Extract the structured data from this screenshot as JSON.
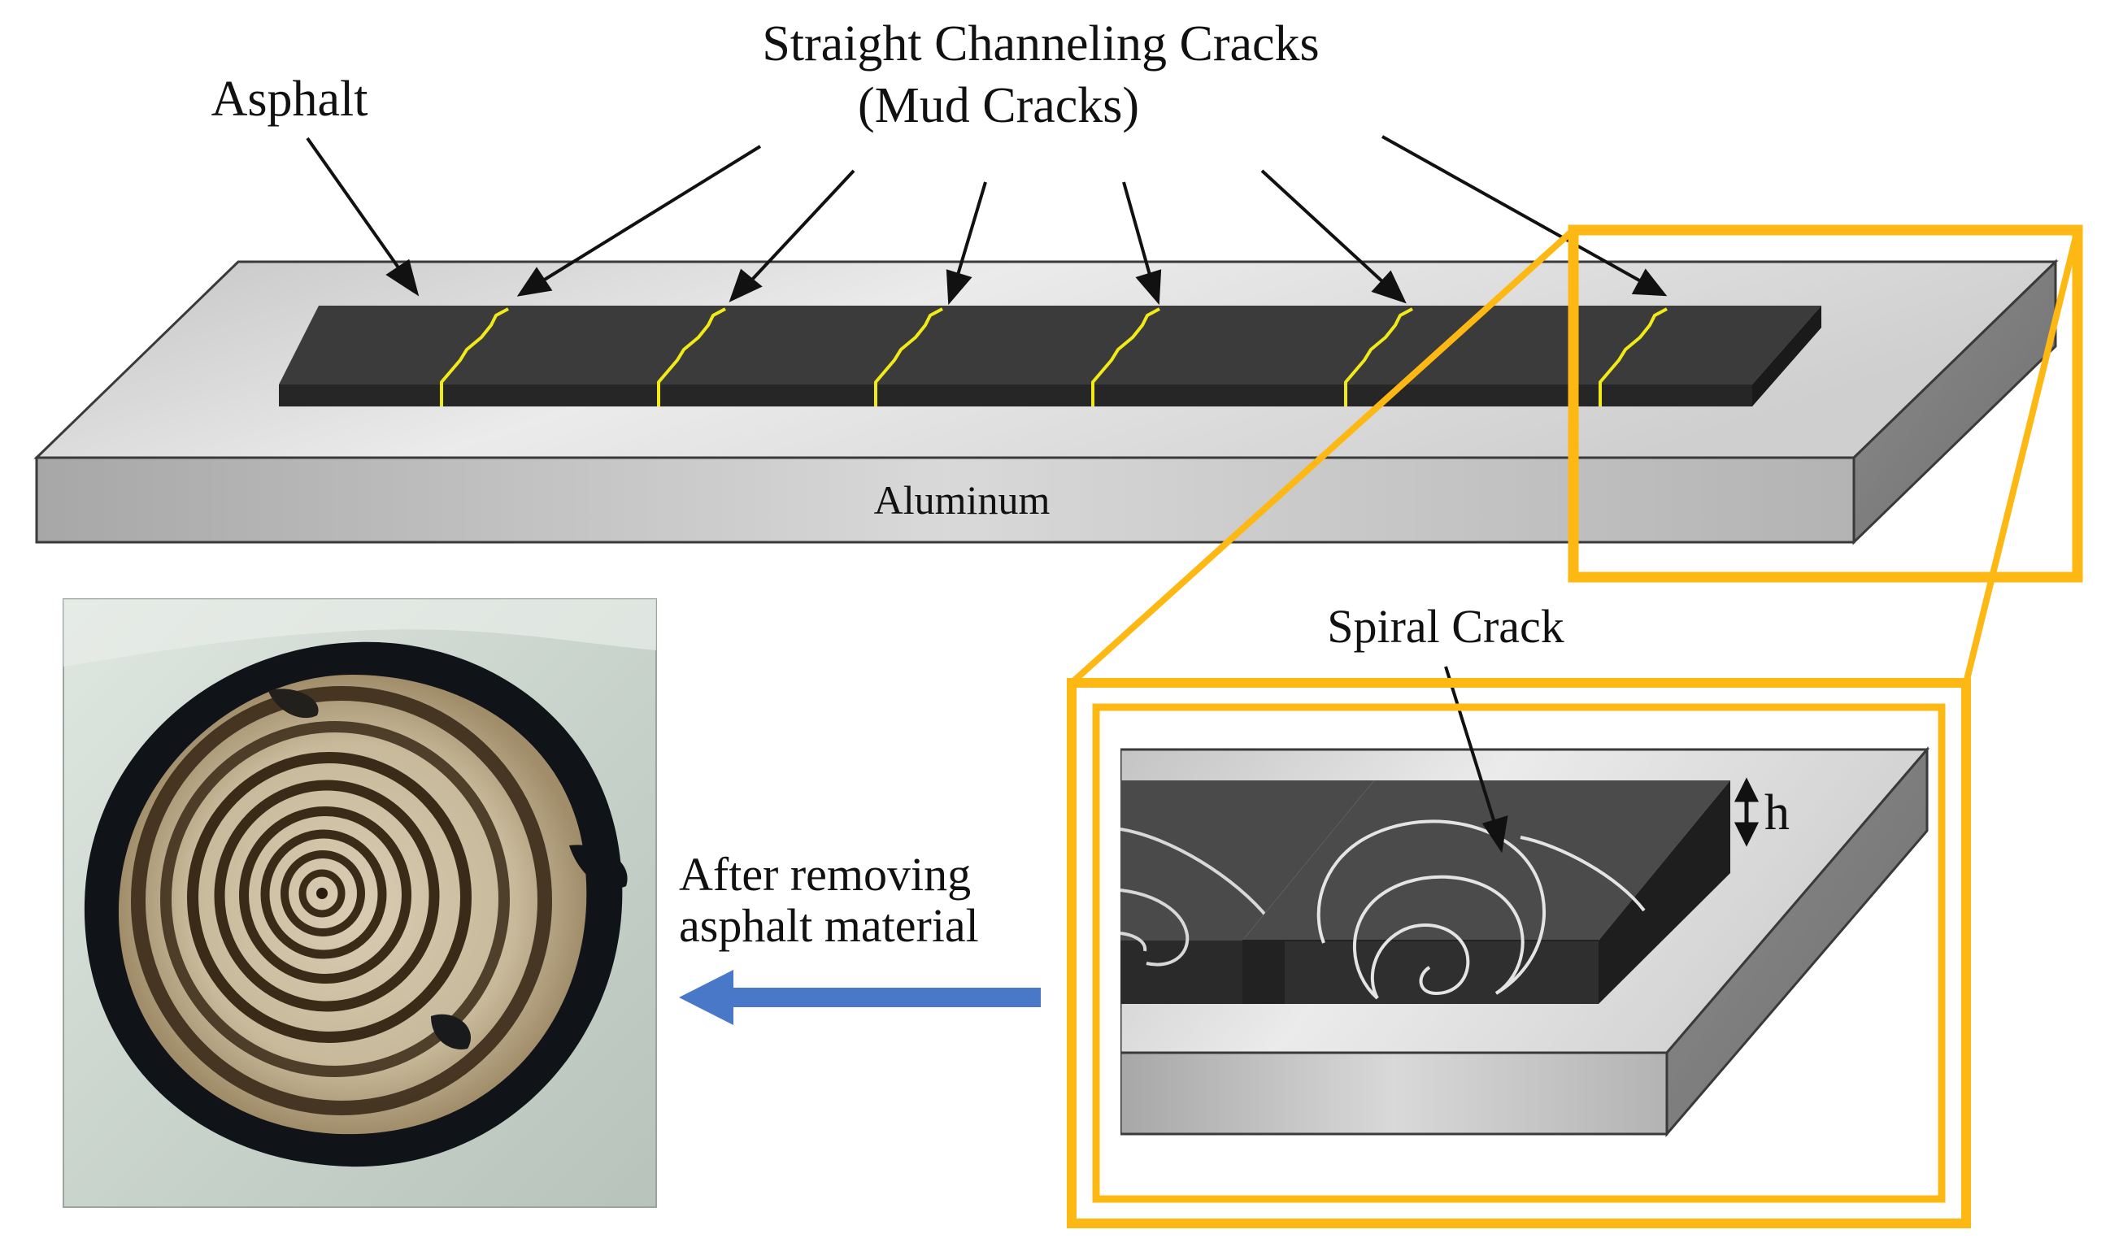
{
  "labels": {
    "straight_cracks_line1": "Straight Channeling Cracks",
    "straight_cracks_line2": "(Mud Cracks)",
    "asphalt": "Asphalt",
    "aluminum": "Aluminum",
    "spiral_crack": "Spiral Crack",
    "thickness": "h",
    "removal_line1": "After removing",
    "removal_line2": "asphalt material"
  },
  "colors": {
    "highlight": "#FDB813",
    "crack": "#F2EA18",
    "asphalt": "#3B3B3B",
    "aluminum": "#C9C9C9",
    "arrow_blue": "#4A78C8",
    "spiral": "#E4E4E4"
  },
  "straight_crack_count": 6
}
